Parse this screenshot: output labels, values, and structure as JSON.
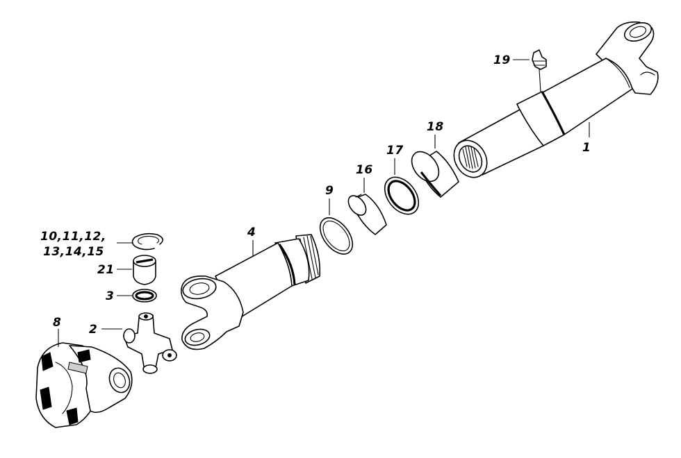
{
  "callouts": {
    "c1": "1",
    "c2": "2",
    "c3": "3",
    "c4": "4",
    "c8": "8",
    "c9": "9",
    "c10_line1": "10,11,12,",
    "c10_line2": "13,14,15",
    "c16": "16",
    "c17": "17",
    "c18": "18",
    "c19": "19",
    "c21": "21"
  },
  "colors": {
    "line": "#000000",
    "background": "#ffffff"
  }
}
